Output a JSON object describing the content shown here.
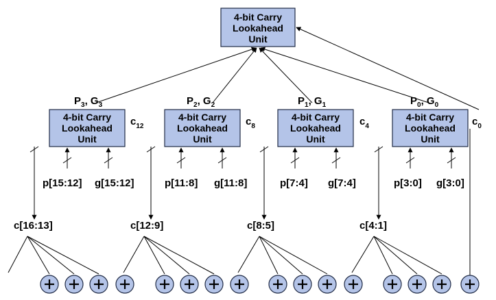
{
  "top_unit": {
    "line1": "4-bit Carry",
    "line2": "Lookahead",
    "line3": "Unit"
  },
  "units": [
    {
      "line1": "4-bit Carry",
      "line2": "Lookahead",
      "line3": "Unit",
      "pg_main": "P",
      "pg_sub1": "3",
      "pg_mid": ", G",
      "pg_sub2": "3",
      "p_label": "p[15:12]",
      "g_label": "g[15:12]",
      "carry_main": "c",
      "carry_sub": "12",
      "out_label": "c[16:13]"
    },
    {
      "line1": "4-bit Carry",
      "line2": "Lookahead",
      "line3": "Unit",
      "pg_main": "P",
      "pg_sub1": "2",
      "pg_mid": ", G",
      "pg_sub2": "2",
      "p_label": "p[11:8]",
      "g_label": "g[11:8]",
      "carry_main": "c",
      "carry_sub": "8",
      "out_label": "c[12:9]"
    },
    {
      "line1": "4-bit Carry",
      "line2": "Lookahead",
      "line3": "Unit",
      "pg_main": "P",
      "pg_sub1": "1",
      "pg_mid": ", G",
      "pg_sub2": "1",
      "p_label": "p[7:4]",
      "g_label": "g[7:4]",
      "carry_main": "c",
      "carry_sub": "4",
      "out_label": "c[8:5]"
    },
    {
      "line1": "4-bit Carry",
      "line2": "Lookahead",
      "line3": "Unit",
      "pg_main": "P",
      "pg_sub1": "0",
      "pg_mid": ", G",
      "pg_sub2": "0",
      "p_label": "p[3:0]",
      "g_label": "g[3:0]",
      "carry_main": "c",
      "carry_sub": "0",
      "out_label": "c[4:1]"
    }
  ],
  "c0": {
    "main": "c",
    "sub": "0"
  },
  "adder_symbol": "plus-icon",
  "colors": {
    "box_fill": "#b4c4e8",
    "box_stroke": "#1f2a44"
  }
}
